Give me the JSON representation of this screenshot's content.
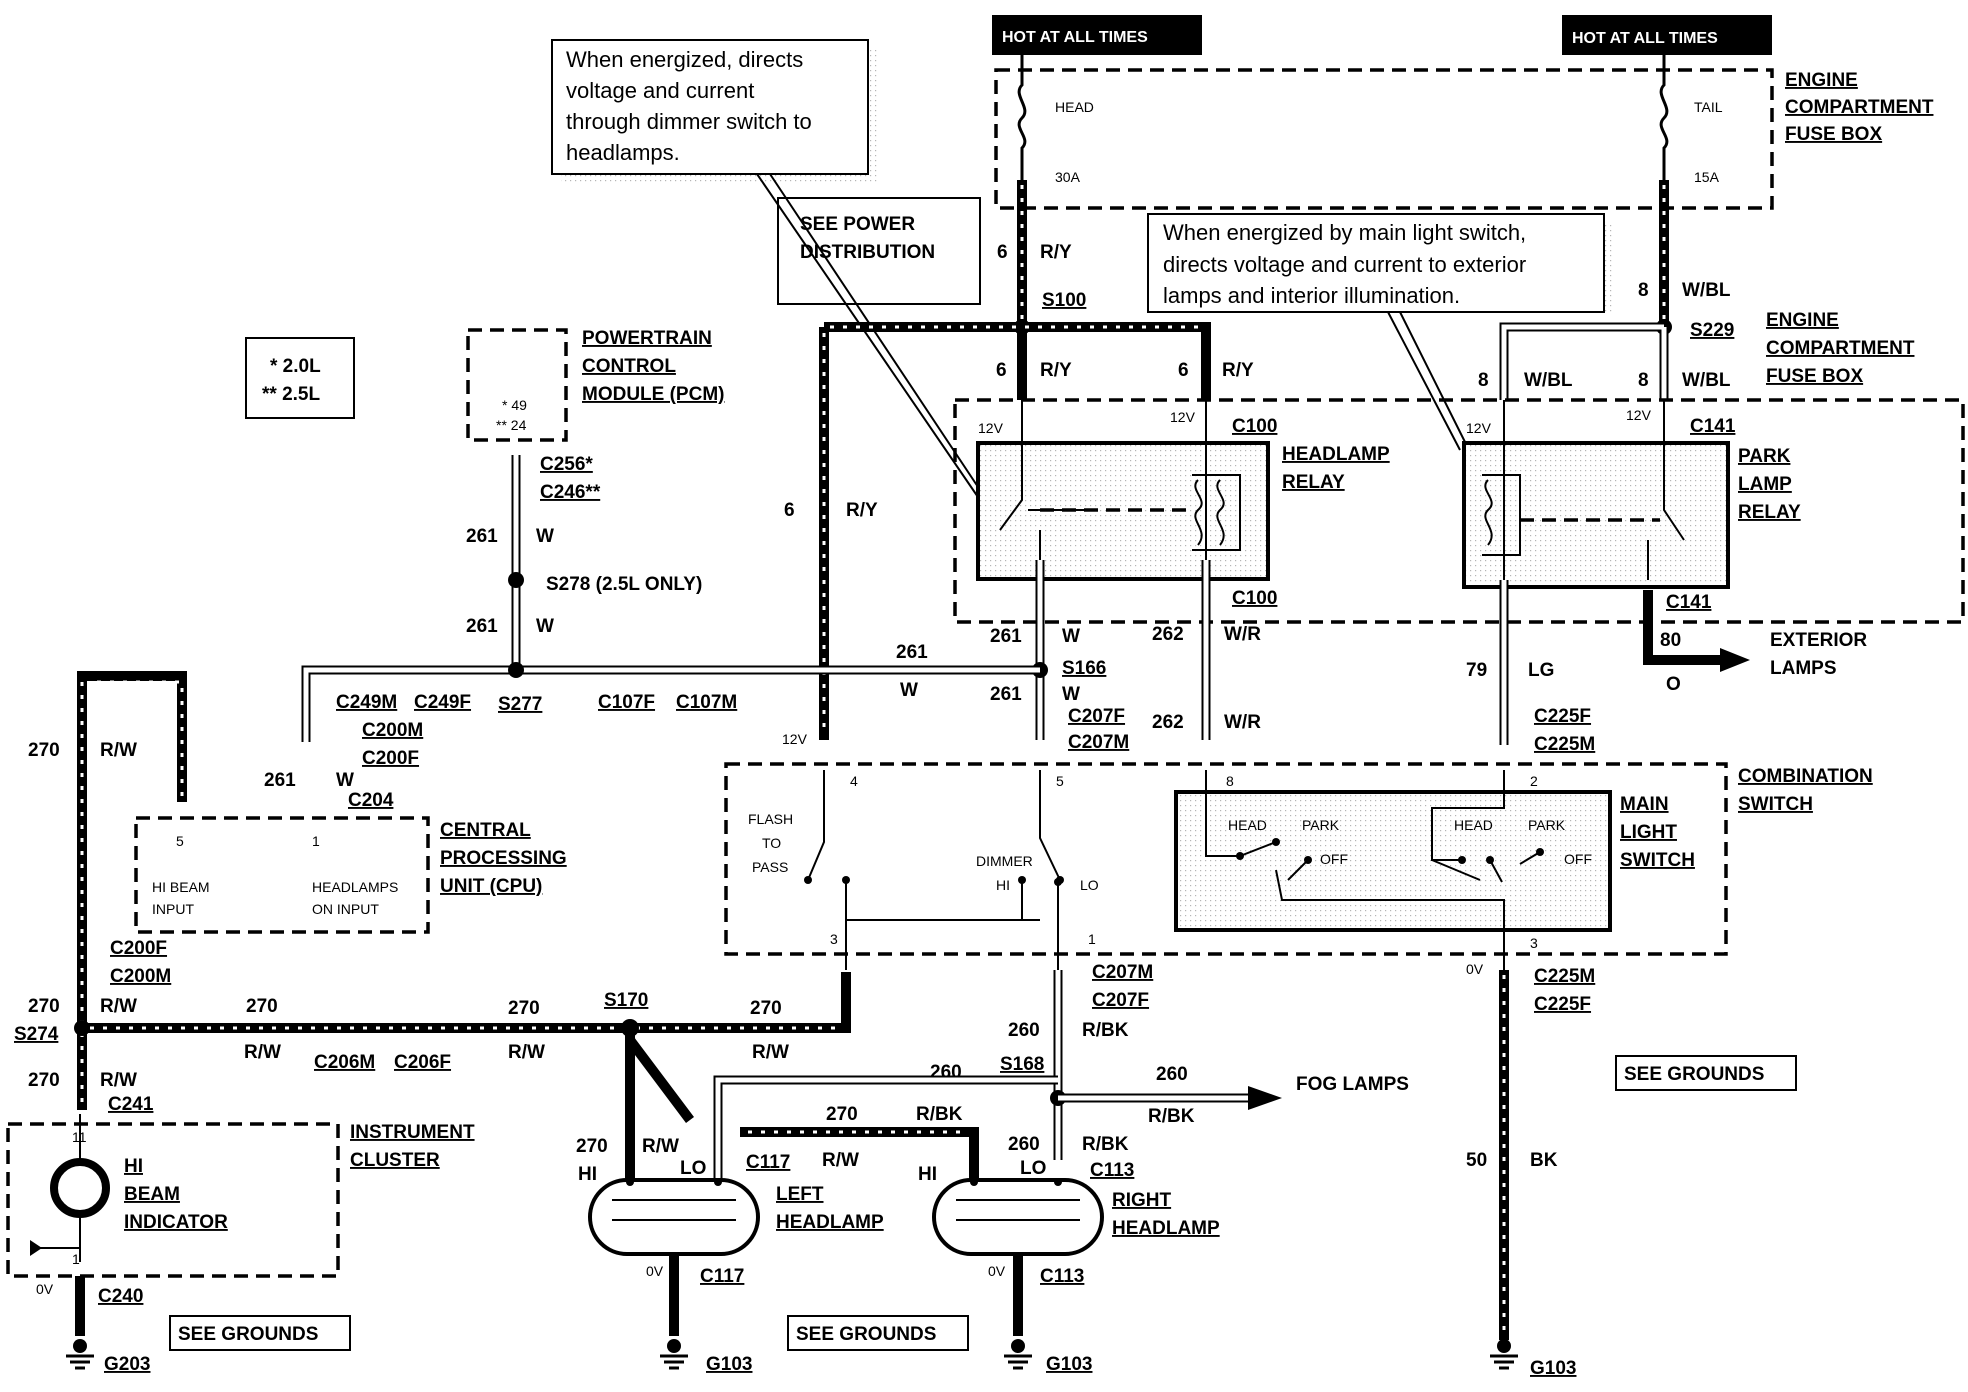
{
  "notes": {
    "relay_note": [
      "When energized, directs",
      "voltage and current",
      "through dimmer switch to",
      "headlamps."
    ],
    "park_note": [
      "When energized by main light switch,",
      "directs voltage and current to exterior",
      "lamps and interior  illumination."
    ],
    "see_power": [
      "SEE POWER",
      "DISTRIBUTION"
    ],
    "engine_key": [
      "* 2.0L",
      "** 2.5L"
    ]
  },
  "hot": {
    "left": "HOT AT ALL TIMES",
    "right": "HOT AT ALL TIMES"
  },
  "fuse_box": {
    "top_name": [
      "ENGINE",
      "COMPARTMENT",
      "FUSE BOX"
    ],
    "mid_name": [
      "ENGINE",
      "COMPARTMENT",
      "FUSE BOX"
    ],
    "head_fuse": "HEAD",
    "head_amp": "30A",
    "tail_fuse": "TAIL",
    "tail_amp": "15A"
  },
  "components": {
    "pcm": [
      "POWERTRAIN",
      "CONTROL",
      "MODULE (PCM)"
    ],
    "pcm_pins": [
      "* 49",
      "** 24"
    ],
    "headlamp_relay": [
      "HEADLAMP",
      "RELAY"
    ],
    "park_relay": [
      "PARK",
      "LAMP",
      "RELAY"
    ],
    "exterior_lamps": [
      "EXTERIOR",
      "LAMPS"
    ],
    "combination_switch": [
      "COMBINATION",
      "SWITCH"
    ],
    "main_light_switch": [
      "MAIN",
      "LIGHT",
      "SWITCH"
    ],
    "cpu": [
      "CENTRAL",
      "PROCESSING",
      "UNIT (CPU)"
    ],
    "cpu_inputs": [
      "HI BEAM",
      "INPUT",
      "HEADLAMPS",
      "ON INPUT"
    ],
    "instrument_cluster": [
      "INSTRUMENT",
      "CLUSTER"
    ],
    "hi_beam_indicator": [
      "HI",
      "BEAM",
      "INDICATOR"
    ],
    "left_headlamp": [
      "LEFT",
      "HEADLAMP"
    ],
    "right_headlamp": [
      "RIGHT",
      "HEADLAMP"
    ],
    "fog_lamps": "FOG LAMPS",
    "flash_to_pass": [
      "FLASH",
      "TO",
      "PASS"
    ],
    "dimmer": [
      "DIMMER",
      "HI",
      "LO"
    ],
    "switch_positions": [
      "HEAD",
      "PARK",
      "OFF"
    ]
  },
  "grounds": {
    "see": "SEE GROUNDS",
    "g203": "G203",
    "g103": "G103"
  },
  "labels": {
    "s100": "S100",
    "s229": "S229",
    "s278": "S278 (2.5L ONLY)",
    "s277": "S277",
    "s166": "S166",
    "s170": "S170",
    "s168": "S168",
    "s274": "S274",
    "c100": "C100",
    "c141": "C141",
    "c256": "C256*",
    "c246": "C246**",
    "c249m": "C249M",
    "c249f": "C249F",
    "c200m": "C200M",
    "c200f": "C200F",
    "c204": "C204",
    "c107f": "C107F",
    "c107m": "C107M",
    "c207f": "C207F",
    "c207m": "C207M",
    "c225f": "C225F",
    "c225m": "C225M",
    "c206m": "C206M",
    "c206f": "C206F",
    "c241": "C241",
    "c240": "C240",
    "c117": "C117",
    "c113": "C113",
    "v12": "12V",
    "v0": "0V",
    "n6": "6",
    "n8": "8",
    "n261": "261",
    "n262": "262",
    "n79": "79",
    "n80": "80",
    "n270": "270",
    "n260": "260",
    "n50": "50",
    "ry": "R/Y",
    "wbl": "W/BL",
    "w": "W",
    "wr": "W/R",
    "lg": "LG",
    "o": "O",
    "rw": "R/W",
    "rbk": "R/BK",
    "bk": "BK",
    "hi": "HI",
    "lo": "LO",
    "p4": "4",
    "p5": "5",
    "p8": "8",
    "p2": "2",
    "p3": "3",
    "p1": "1",
    "p11": "11"
  }
}
